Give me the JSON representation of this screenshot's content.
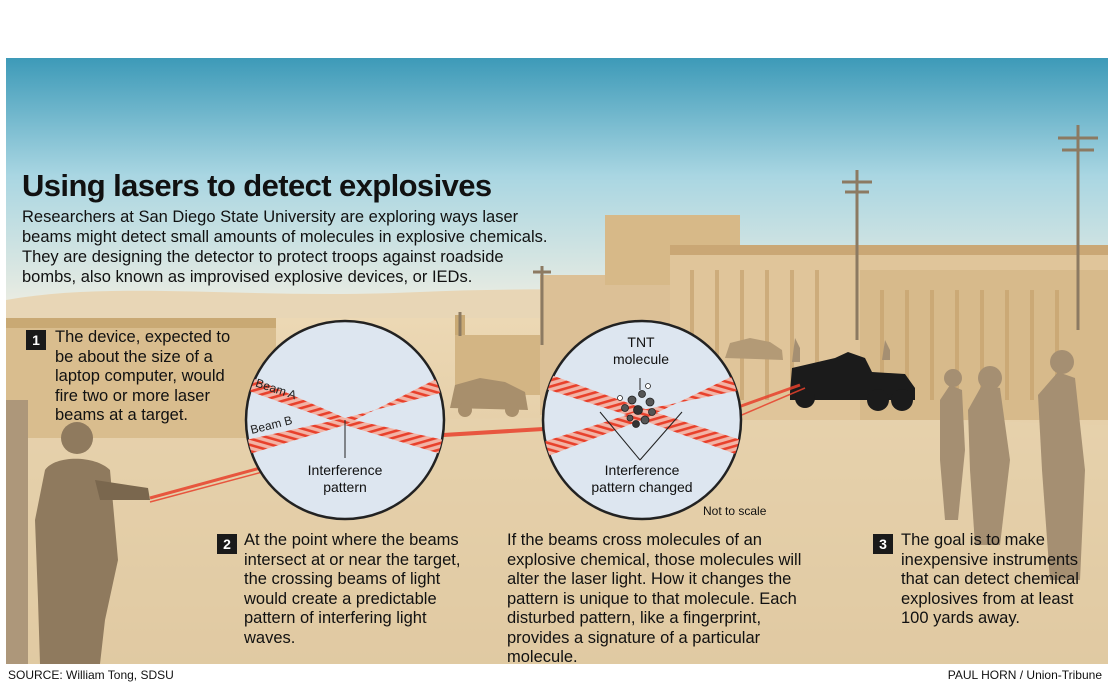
{
  "title": "Using lasers to detect explosives",
  "intro": "Researchers at San Diego State University are exploring ways laser beams might detect small amounts of molecules in explosive chemicals. They are designing the detector to protect troops against roadside bombs, also known as improvised explosive devices, or IEDs.",
  "steps": [
    {
      "number": "1",
      "text": "The device, expected to be about the size of a laptop computer, would fire two or more laser beams at a target."
    },
    {
      "number": "2",
      "text": "At the point where the beams intersect at or near the target, the crossing beams of light would create a predictable pattern of interfering light waves."
    },
    {
      "number": "",
      "text": "If the beams cross molecules of an explosive chemical, those molecules will alter the laser light. How it changes the pattern is unique to that molecule. Each disturbed pattern, like a fingerprint, provides a signature of a particular molecule."
    },
    {
      "number": "3",
      "text": "The goal is to make inexpensive instruments that can detect chemical explosives from at least 100 yards away."
    }
  ],
  "diagram": {
    "beam_a": "Beam A",
    "beam_b": "Beam B",
    "interference_pattern": "Interference pattern",
    "tnt_molecule": "TNT molecule",
    "pattern_changed": "Interference pattern changed",
    "scale_note": "Not to scale"
  },
  "credits": {
    "source": "SOURCE: William Tong, SDSU",
    "artist": "PAUL HORN / Union-Tribune"
  },
  "colors": {
    "laser": "#e8412c",
    "lens": "#dde6f0",
    "sky_top": "#3d9ab8",
    "ground": "#e2cba4",
    "building": "#d9b985",
    "silhouette": "#9a8466"
  }
}
